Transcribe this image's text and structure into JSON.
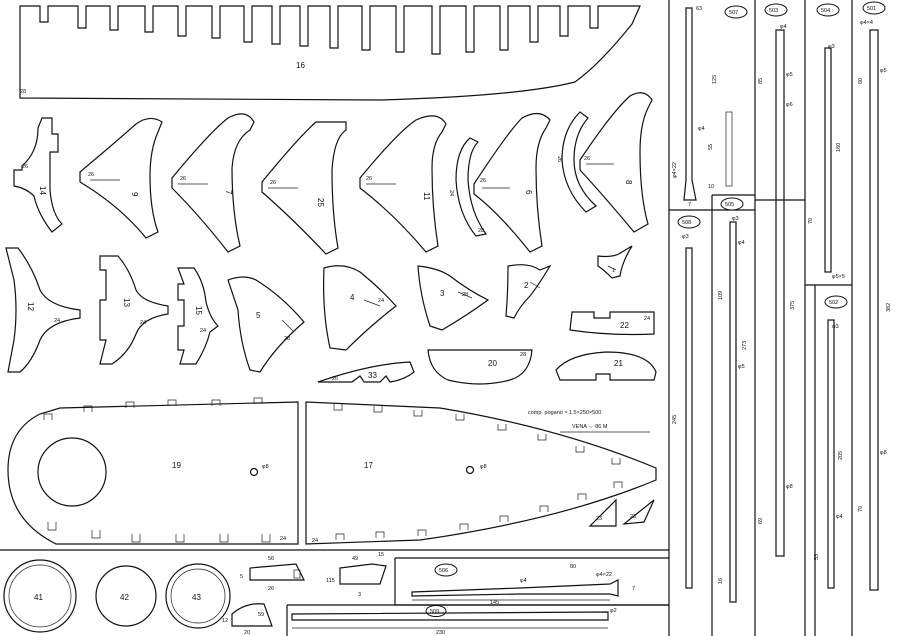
{
  "frames": {
    "hull": [
      "12",
      "13",
      "15",
      "5",
      "4",
      "3",
      "2",
      "1"
    ],
    "upper": [
      "14",
      "9",
      "7",
      "25",
      "11",
      "6",
      "8"
    ],
    "inner_rings": [
      "24",
      "26"
    ]
  },
  "parts": {
    "p16": "16",
    "p19": "19",
    "p17": "17",
    "p20": "20",
    "p21": "21",
    "p22": "22",
    "p23a": "23",
    "p23b": "23",
    "p33": "33",
    "p41": "41",
    "p42": "42",
    "p43": "43",
    "p49": "49",
    "p56": "56",
    "p59": "59"
  },
  "slot_marks": {
    "s26": "26",
    "s24": "24",
    "s28": "28"
  },
  "deck_notes": {
    "hole_19": "φ8",
    "hole_17": "φ8",
    "material": "comp. pogano ≈ 1,5×250×500",
    "grain": "VENA ⇔ 86 M"
  },
  "masts": {
    "m501": {
      "id": "501",
      "len": "382",
      "d1": "φ4×4",
      "d2": "φ5",
      "d3": "φ8",
      "len2": "60",
      "len3": "70"
    },
    "m502": {
      "id": "502",
      "len": "205",
      "d1": "φ3",
      "d2": "φ4",
      "d3": "53"
    },
    "m503": {
      "id": "503",
      "len": "375",
      "d1": "φ4",
      "d2": "φ5",
      "d3": "φ6",
      "d4": "φ8",
      "len2": "85",
      "len3": "69"
    },
    "m504": {
      "id": "504",
      "len": "160",
      "d1": "φ3",
      "d2": "φ5×5",
      "len2": "70"
    },
    "m505": {
      "id": "505",
      "len": "273",
      "d1": "φ3",
      "d2": "φ4",
      "d3": "φ5",
      "len2": "109",
      "len3": "16"
    },
    "m506": {
      "id": "506",
      "len": "145",
      "d1": "80",
      "d2": "φ4",
      "d3": "φ4×22",
      "d4": "7"
    },
    "m507": {
      "id": "507",
      "len": "125",
      "d1": "63",
      "d2": "φ4",
      "d3": "55",
      "d4": "φ4×22",
      "d5": "10",
      "d6": "7"
    },
    "m508": {
      "id": "508",
      "len": "245",
      "d1": "φ3"
    },
    "m509": {
      "id": "509",
      "len": "230",
      "d1": "φ2"
    }
  },
  "small_parts_dims": {
    "p56_w": "26",
    "p56_h": "5",
    "p49_w": "3",
    "p49_h": "115",
    "p49_t": "15",
    "p59_w": "20",
    "p59_h": "12"
  }
}
